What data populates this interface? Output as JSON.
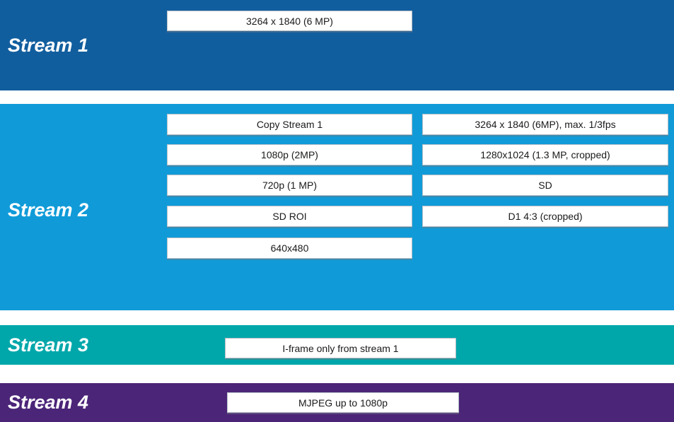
{
  "colors": {
    "stream1_band": "#115E9E",
    "stream2_band": "#109BD8",
    "stream3_band": "#00A7AA",
    "stream4_band": "#4B2578",
    "box_background": "#FFFFFF",
    "box_text": "#1A1A1A",
    "label_text": "#FFFFFF"
  },
  "streams": [
    {
      "label": "Stream 1",
      "options": [
        "3264 x 1840 (6 MP)"
      ]
    },
    {
      "label": "Stream 2",
      "options_left": [
        "Copy Stream 1",
        "1080p (2MP)",
        "720p (1 MP)",
        "SD ROI",
        "640x480"
      ],
      "options_right": [
        "3264 x 1840 (6MP), max. 1/3fps",
        "1280x1024 (1.3 MP, cropped)",
        "SD",
        "D1 4:3 (cropped)"
      ]
    },
    {
      "label": "Stream 3",
      "options": [
        "I-frame only from stream 1"
      ]
    },
    {
      "label": "Stream 4",
      "options": [
        "MJPEG up to 1080p"
      ]
    }
  ]
}
